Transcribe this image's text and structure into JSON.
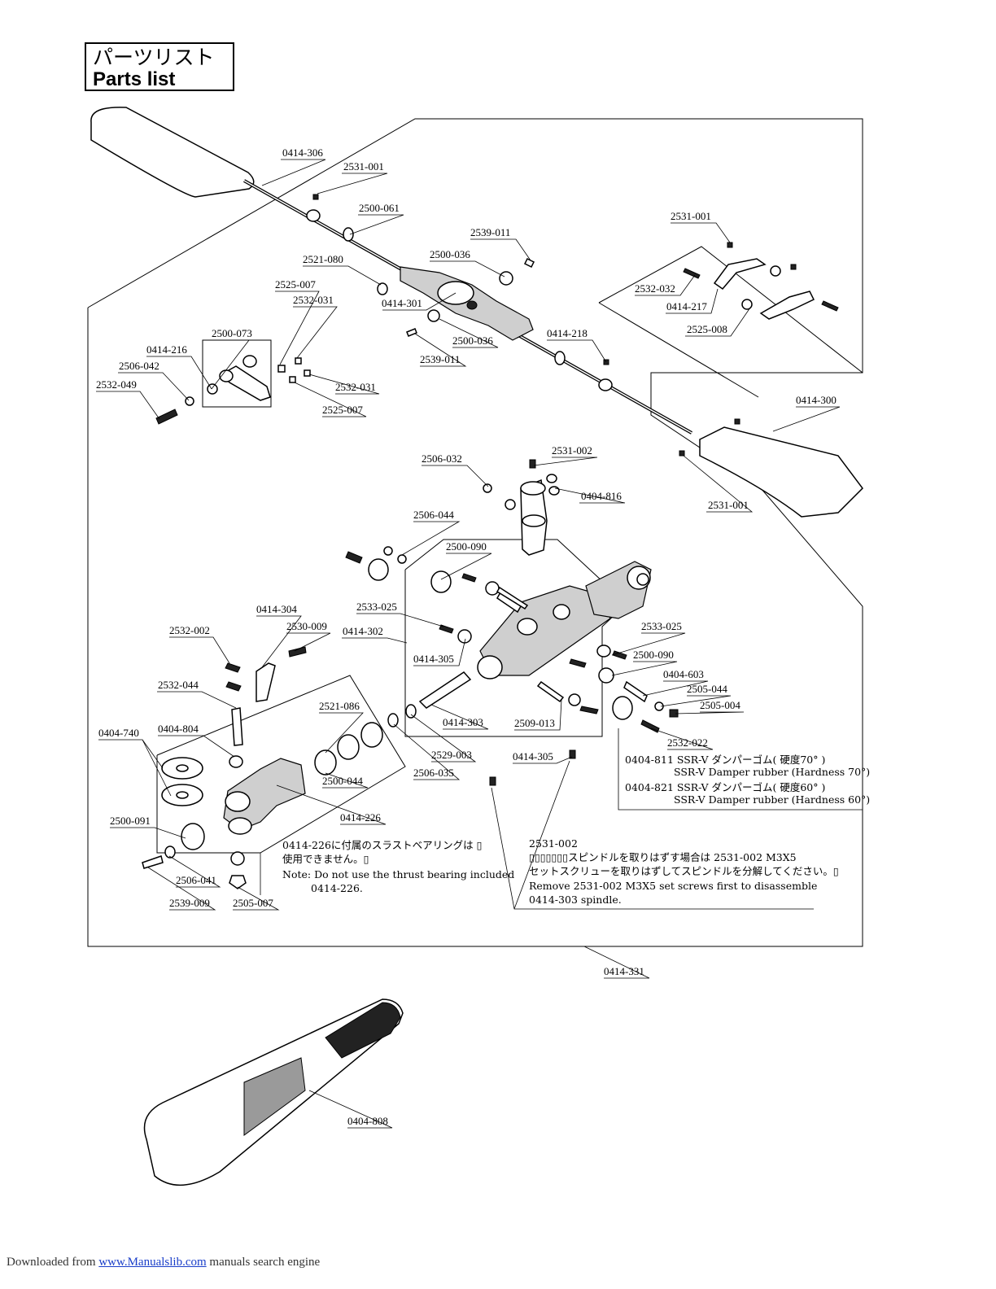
{
  "header": {
    "title_jp": "パーツリスト",
    "title_en": "Parts list"
  },
  "labels": {
    "p0414_306": "0414-306",
    "p2531_001_a": "2531-001",
    "p2500_061": "2500-061",
    "p2539_011_a": "2539-011",
    "p2500_036_a": "2500-036",
    "p2521_080": "2521-080",
    "p2525_007_a": "2525-007",
    "p2532_031_a": "2532-031",
    "p0414_301": "0414-301",
    "p2500_036_b": "2500-036",
    "p2539_011_b": "2539-011",
    "p2500_073": "2500-073",
    "p0414_216": "0414-216",
    "p2506_042": "2506-042",
    "p2532_049": "2532-049",
    "p2532_031_b": "2532-031",
    "p2525_007_b": "2525-007",
    "p0414_218": "0414-218",
    "p2531_001_b": "2531-001",
    "p2532_032": "2532-032",
    "p0414_217": "0414-217",
    "p2525_008": "2525-008",
    "p0414_300": "0414-300",
    "p2531_001_c": "2531-001",
    "p2506_032": "2506-032",
    "p2531_002_a": "2531-002",
    "p0404_816": "0404-816",
    "p2506_044": "2506-044",
    "p2500_090_a": "2500-090",
    "p2533_025_a": "2533-025",
    "p0414_304": "0414-304",
    "p2530_009": "2530-009",
    "p0414_302": "0414-302",
    "p2532_002": "2532-002",
    "p0414_305_a": "0414-305",
    "p2533_025_b": "2533-025",
    "p2500_090_b": "2500-090",
    "p0404_603": "0404-603",
    "p2505_044": "2505-044",
    "p2505_004": "2505-004",
    "p2532_044": "2532-044",
    "p2521_086": "2521-086",
    "p0414_303": "0414-303",
    "p2509_013": "2509-013",
    "p2532_022": "2532-022",
    "p0404_804": "0404-804",
    "p0404_740": "0404-740",
    "p2529_003": "2529-003",
    "p0414_305_b": "0414-305",
    "p2500_044": "2500-044",
    "p2506_035": "2506-035",
    "p0414_226": "0414-226",
    "p2500_091": "2500-091",
    "p2506_041": "2506-041",
    "p2539_009": "2539-009",
    "p2505_007": "2505-007",
    "p0414_331": "0414-331",
    "p0404_808": "0404-808"
  },
  "damper": {
    "line1_jp": "0404-811 SSR-V ダンパーゴム( 硬度70° )",
    "line1_en": "SSR-V Damper rubber (Hardness 70°)",
    "line2_jp": "0404-821 SSR-V ダンパーゴム( 硬度60° )",
    "line2_en": "SSR-V Damper rubber (Hardness 60°)"
  },
  "note_bearing": {
    "jp1": "0414-226に付属のスラストベアリングは ▯",
    "jp2": "使用できません。▯",
    "en1": "Note: Do not use the thrust bearing included",
    "en2": "0414-226."
  },
  "note_spindle": {
    "code": "2531-002",
    "jp1": "▯▯▯▯▯▯▯スピンドルを取りはずす場合は 2531-002 M3X5",
    "jp2": "セットスクリューを取りはずしてスピンドルを分解してください。▯",
    "en1": "Remove 2531-002 M3X5 set screws first to disassemble",
    "en2": "0414-303 spindle."
  },
  "footer": {
    "prefix": "Downloaded from ",
    "link": "www.Manualslib.com",
    "suffix": "  manuals search engine"
  }
}
